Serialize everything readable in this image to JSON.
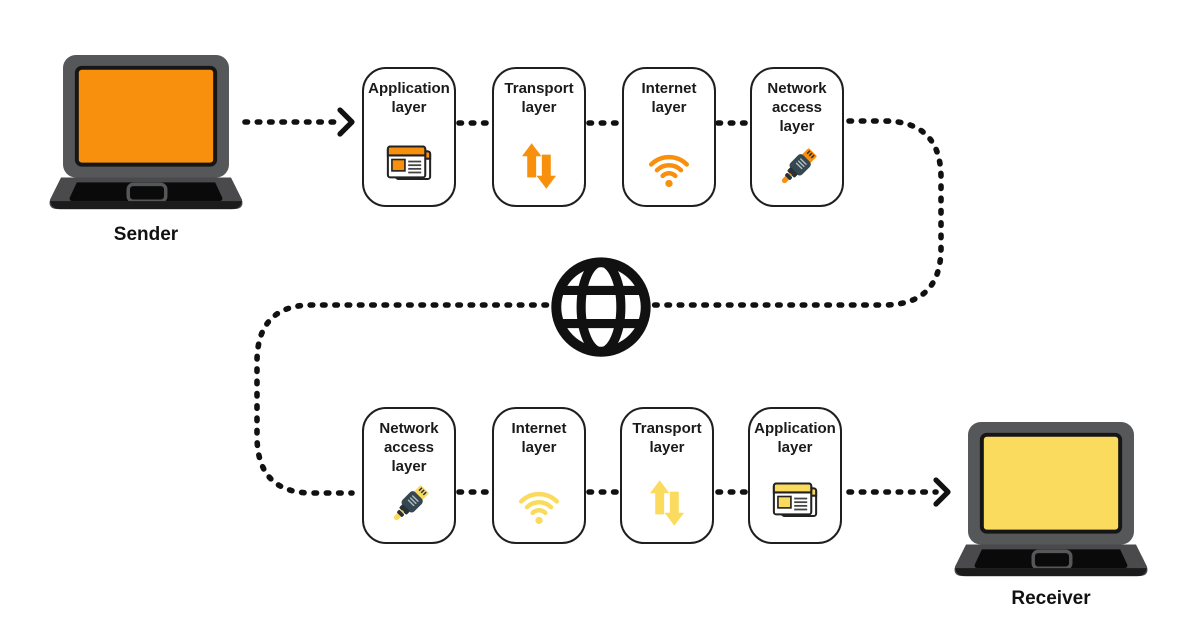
{
  "title": "TCP/IP model data flow between sender and receiver",
  "colors": {
    "sender_accent": "#F8900D",
    "receiver_accent": "#FBDB5E",
    "connector_line": "#111111",
    "box_border": "#1f1f1f",
    "laptop_frame": "#565759",
    "plug_body": "#37474F",
    "text": "#1a1a1a",
    "background": "#ffffff"
  },
  "sender": {
    "label": "Sender",
    "icon": "laptop-icon",
    "screen_color": "#F8900D"
  },
  "receiver": {
    "label": "Receiver",
    "icon": "laptop-icon",
    "screen_color": "#FBDB5E"
  },
  "network": {
    "icon": "globe-icon"
  },
  "sender_stack": [
    {
      "label": "Application layer",
      "icon": "browser-icon",
      "accent": "#F8900D"
    },
    {
      "label": "Transport layer",
      "icon": "arrows-up-down-icon",
      "accent": "#F8900D"
    },
    {
      "label": "Internet layer",
      "icon": "wifi-icon",
      "accent": "#F8900D"
    },
    {
      "label": "Network access layer",
      "icon": "ethernet-plug-icon",
      "accent": "#F8900D"
    }
  ],
  "receiver_stack": [
    {
      "label": "Network access layer",
      "icon": "ethernet-plug-icon",
      "accent": "#FBDB5E"
    },
    {
      "label": "Internet layer",
      "icon": "wifi-icon",
      "accent": "#FBDB5E"
    },
    {
      "label": "Transport layer",
      "icon": "arrows-up-down-icon",
      "accent": "#FBDB5E"
    },
    {
      "label": "Application layer",
      "icon": "browser-icon",
      "accent": "#FBDB5E"
    }
  ],
  "connectors": {
    "sender_to_stack": "dotted-arrow-right",
    "stack_to_network": "dotted-curve",
    "network_to_stack": "dotted-curve",
    "stack_to_receiver": "dotted-arrow-right"
  }
}
